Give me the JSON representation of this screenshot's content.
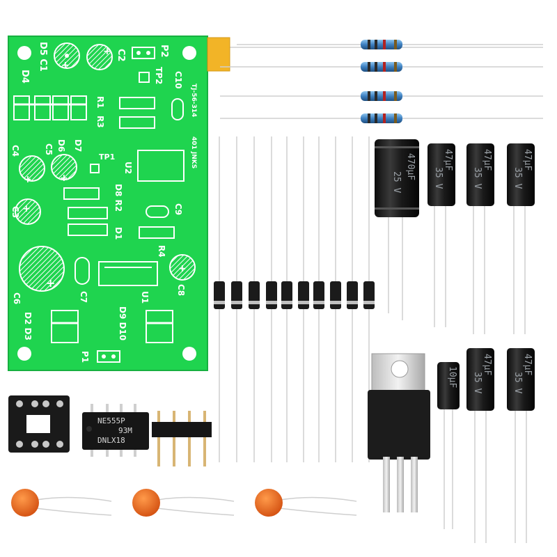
{
  "pcb": {
    "labels": [
      {
        "id": "D4",
        "text": "D4"
      },
      {
        "id": "D5C1",
        "text": "D5 C1"
      },
      {
        "id": "C2",
        "text": "C2"
      },
      {
        "id": "P2",
        "text": "P2"
      },
      {
        "id": "TP2",
        "text": "TP2"
      },
      {
        "id": "C10",
        "text": "C10"
      },
      {
        "id": "TJ",
        "text": "TJ-56-314"
      },
      {
        "id": "R1",
        "text": "R1"
      },
      {
        "id": "R3",
        "text": "R3"
      },
      {
        "id": "JNKS",
        "text": "401 JNKS"
      },
      {
        "id": "C4",
        "text": "C4"
      },
      {
        "id": "C5",
        "text": "C5"
      },
      {
        "id": "D6",
        "text": "D6"
      },
      {
        "id": "D7",
        "text": "D7"
      },
      {
        "id": "TP1",
        "text": "TP1"
      },
      {
        "id": "U2",
        "text": "U2"
      },
      {
        "id": "D8R2",
        "text": "D8 R2"
      },
      {
        "id": "C9",
        "text": "C9"
      },
      {
        "id": "C3",
        "text": "C3"
      },
      {
        "id": "D1",
        "text": "D1"
      },
      {
        "id": "R4",
        "text": "R4"
      },
      {
        "id": "C6",
        "text": "C6"
      },
      {
        "id": "C7",
        "text": "C7"
      },
      {
        "id": "U1",
        "text": "U1"
      },
      {
        "id": "C8",
        "text": "C8"
      },
      {
        "id": "D2D3",
        "text": "D2 D3"
      },
      {
        "id": "D9D10",
        "text": "D9 D10"
      },
      {
        "id": "P1",
        "text": "P1"
      },
      {
        "id": "plus1",
        "text": "+"
      },
      {
        "id": "plus2",
        "text": "+"
      },
      {
        "id": "plus3",
        "text": "+"
      },
      {
        "id": "plus4",
        "text": "+"
      },
      {
        "id": "plus5",
        "text": "+"
      },
      {
        "id": "plus6",
        "text": "+"
      },
      {
        "id": "plus7",
        "text": "+"
      }
    ]
  },
  "capacitors": {
    "big": {
      "line1": "470μF",
      "line2": "25 V"
    },
    "c47": {
      "line1": "47μF",
      "line2": "35 V"
    },
    "c10": {
      "line1": "10μF",
      "line2": ""
    }
  },
  "ic": {
    "line1": "NE555P",
    "line2": "93M",
    "line3": "DNLX18"
  },
  "colors": {
    "pcb": "#1fd44f",
    "silk": "#ffffff",
    "capacitor": "#1a1a1a",
    "ceramic": "#ee6a1c",
    "resistor": "#4a8fc8",
    "lead": "#c9c9c9"
  }
}
